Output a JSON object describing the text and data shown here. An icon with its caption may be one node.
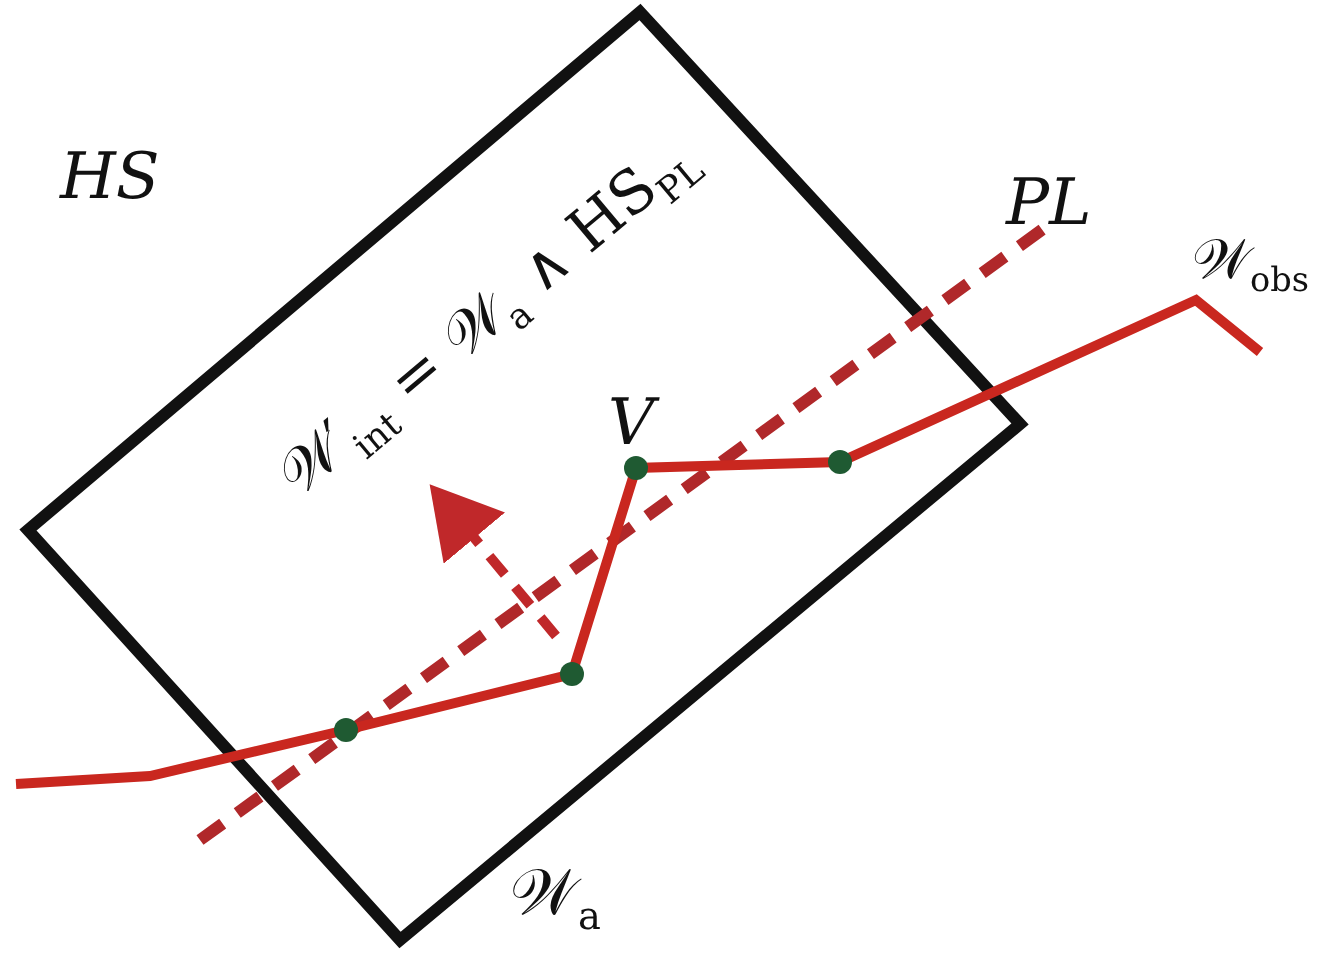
{
  "diagram": {
    "labels": [
      "HS",
      "PL",
      "𝒲$_{obs}$",
      "𝒲′$_{int}$ = 𝒲$_{a}$ ∧ HS$_{PL}$",
      "V",
      "𝒲$_{a}$"
    ]
  }
}
